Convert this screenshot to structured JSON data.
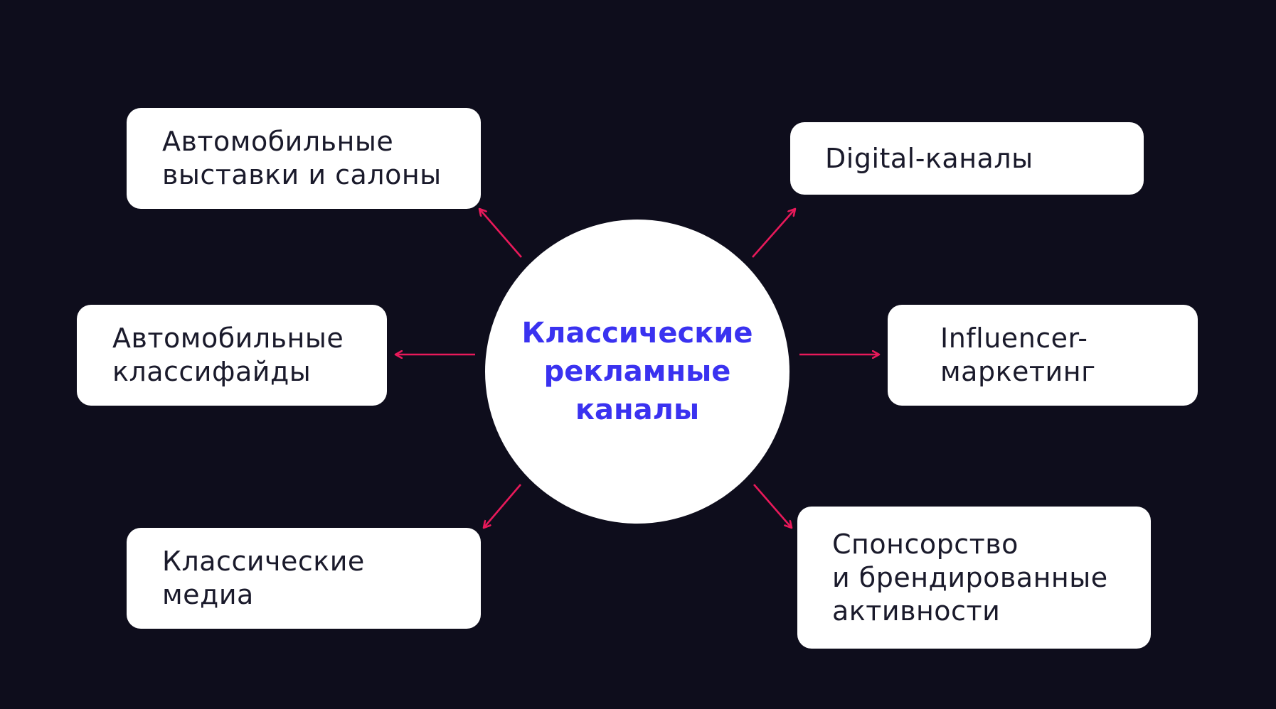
{
  "center": {
    "lines": [
      "Классические",
      "рекламные",
      "каналы"
    ]
  },
  "nodes": {
    "exhibitions": {
      "lines": [
        "Автомобильные",
        "выставки и салоны"
      ]
    },
    "digital": {
      "lines": [
        "Digital-каналы"
      ]
    },
    "classifieds": {
      "lines": [
        "Автомобильные",
        "классифайды"
      ]
    },
    "influencer": {
      "lines": [
        "Influencer-",
        "маркетинг"
      ]
    },
    "media": {
      "lines": [
        "Классические",
        "медиа"
      ]
    },
    "sponsorship": {
      "lines": [
        "Спонсорство",
        "и брендированные",
        "активности"
      ]
    }
  },
  "colors": {
    "background": "#0e0d1c",
    "box": "#ffffff",
    "text": "#1a1a2b",
    "accent": "#3a32f0",
    "arrow": "#e8195a"
  }
}
